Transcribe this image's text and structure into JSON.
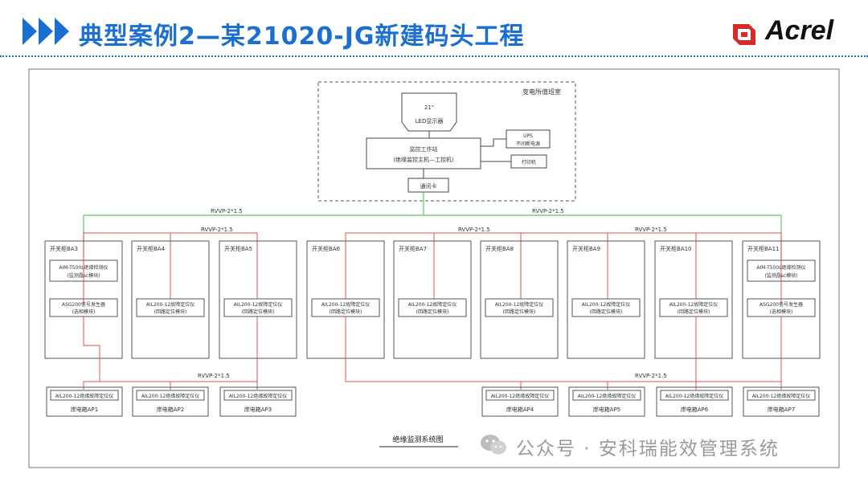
{
  "header": {
    "title": "典型案例2—某21020-JG新建码头工程",
    "brand": "Acrel",
    "accent_color": "#1a6fd1"
  },
  "control_room": {
    "label": "变电所值班室",
    "monitor_size": "21\"",
    "monitor_label": "LED显示器",
    "workstation_line1": "监控工作站",
    "workstation_line2": "(绝缘监控主机—工控机)",
    "ups_line1": "UPS",
    "ups_line2": "不间断电源",
    "printer": "打印机",
    "comm_card": "通讯卡"
  },
  "cables": {
    "bus1": "RVVP-2*1.5",
    "bus2": "RVVP-2*1.5",
    "bus3": "RVVP-2*1.5",
    "bus4": "RVVP-2*1.5",
    "bus5": "RVVP-2*1.5",
    "bus6": "RVVP-2*1.5"
  },
  "cabinets": [
    {
      "name": "开关柜BA3",
      "dev1a": "AIM-T500L绝缘检测仪",
      "dev1b": "(监测晶sc模块)",
      "dev2a": "ASG200信号发生器",
      "dev2b": "(选相模块)"
    },
    {
      "name": "开关柜BA4",
      "dev2a": "AIL200-12故障定位仪",
      "dev2b": "(回路定位模块)"
    },
    {
      "name": "开关柜BA5",
      "dev2a": "AIL200-12故障定位仪",
      "dev2b": "(回路定位模块)"
    },
    {
      "name": "开关柜BA6",
      "dev2a": "AIL200-12故障定位仪",
      "dev2b": "(回路定位模块)"
    },
    {
      "name": "开关柜BA7",
      "dev2a": "AIL200-12故障定位仪",
      "dev2b": "(回路定位模块)"
    },
    {
      "name": "开关柜BA8",
      "dev2a": "AIL200-12故障定位仪",
      "dev2b": "(回路定位模块)"
    },
    {
      "name": "开关柜BA9",
      "dev2a": "AIL200-12故障定位仪",
      "dev2b": "(回路定位模块)"
    },
    {
      "name": "开关柜BA10",
      "dev2a": "AIL200-12故障定位仪",
      "dev2b": "(回路定位模块)"
    },
    {
      "name": "开关柜BA11",
      "dev1a": "AIM-T500L绝缘检测仪",
      "dev1b": "(监测晶sc模块)",
      "dev2a": "ASG200信号发生器",
      "dev2b": "(选相模块)"
    }
  ],
  "shore_boxes": [
    {
      "device": "AIL200-12绝缘故障定位仪",
      "name": "岸电箱AP1"
    },
    {
      "device": "AIL200-12绝缘故障定位仪",
      "name": "岸电箱AP2"
    },
    {
      "device": "AIL200-12绝缘故障定位仪",
      "name": "岸电箱AP3"
    },
    {
      "device": "AIL200-12绝缘故障定位仪",
      "name": "岸电箱AP4"
    },
    {
      "device": "AIL200-12绝缘故障定位仪",
      "name": "岸电箱AP5"
    },
    {
      "device": "AIL200-12绝缘故障定位仪",
      "name": "岸电箱AP6"
    },
    {
      "device": "AIL200-12绝缘故障定位仪",
      "name": "岸电箱AP7"
    }
  ],
  "diagram_caption": "绝缘监测系统图",
  "watermark": "公众号 · 安科瑞能效管理系统",
  "colors": {
    "green_bus": "#5cc85c",
    "red_line": "#e05050",
    "box_border": "#555555"
  }
}
